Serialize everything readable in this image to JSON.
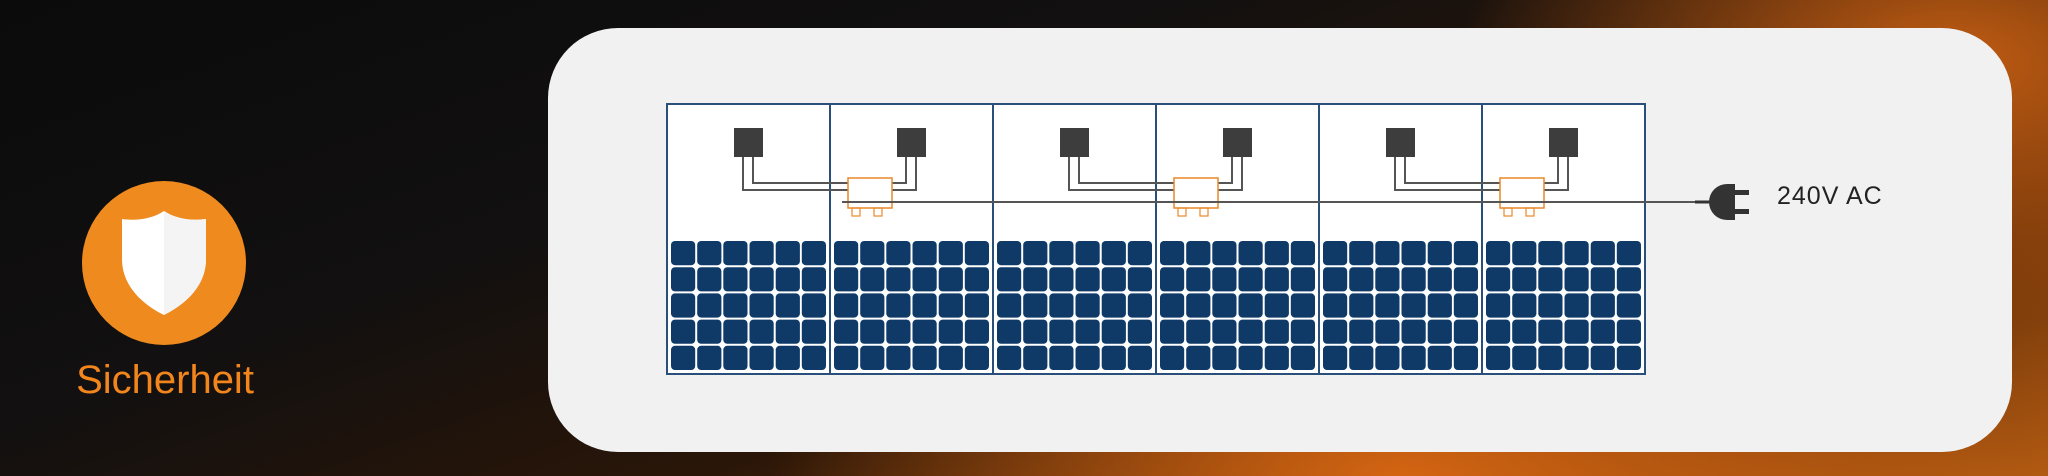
{
  "badge": {
    "label": "Sicherheit",
    "icon": "shield-icon",
    "color": "#ef8a1e"
  },
  "diagram": {
    "panel_count": 6,
    "microinverter_count": 3,
    "output_label": "240V AC",
    "output_icon": "plug-icon",
    "colors": {
      "panel_frame": "#2a4f7a",
      "cell": "#0f3a68",
      "junction_box": "#3d3d3d",
      "inverter": "#e8892a",
      "plug": "#333333",
      "card": "#f1f1f1"
    }
  }
}
